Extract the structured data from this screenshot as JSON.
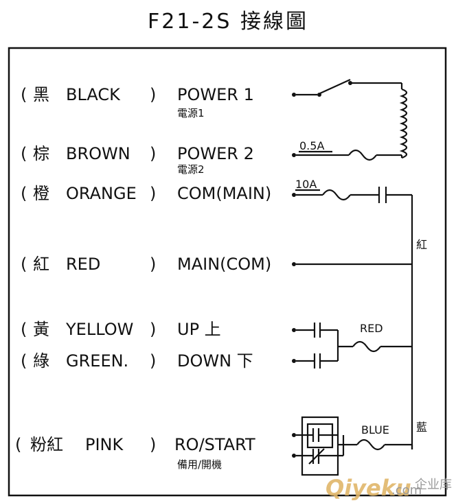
{
  "title": "F21-2S  接線圖",
  "rows": [
    {
      "paren_open": "(",
      "color_cn": "黑",
      "color_en": "BLACK",
      "paren_close": ")",
      "function": "POWER 1",
      "function_cn": "電源1"
    },
    {
      "paren_open": "(",
      "color_cn": "棕",
      "color_en": "BROWN",
      "paren_close": ")",
      "function": "POWER 2",
      "function_cn": "電源2"
    },
    {
      "paren_open": "(",
      "color_cn": "橙",
      "color_en": "ORANGE",
      "paren_close": ")",
      "function": "COM(MAIN)",
      "function_cn": ""
    },
    {
      "paren_open": "(",
      "color_cn": "紅",
      "color_en": "RED",
      "paren_close": ")",
      "function": "MAIN(COM)",
      "function_cn": ""
    },
    {
      "paren_open": "(",
      "color_cn": "黃",
      "color_en": "YELLOW",
      "paren_close": ")",
      "function": "UP 上",
      "function_cn": ""
    },
    {
      "paren_open": "(",
      "color_cn": "綠",
      "color_en": "GREEN.",
      "paren_close": ")",
      "function": "DOWN 下",
      "function_cn": ""
    },
    {
      "paren_open": "(",
      "color_cn": "粉紅",
      "color_en": "PINK",
      "paren_close": ")",
      "function": "RO/START",
      "function_cn": "備用/開機"
    }
  ],
  "fuse_labels": {
    "f1": "0.5A",
    "f2": "10A"
  },
  "coil_labels": {
    "red": "RED",
    "blue": "BLUE"
  },
  "wire_labels": {
    "red_cn": "紅",
    "blue_cn": "藍"
  },
  "watermark": {
    "brand": "Qiyeku",
    "suffix": ".com",
    "cn": "企业库"
  }
}
